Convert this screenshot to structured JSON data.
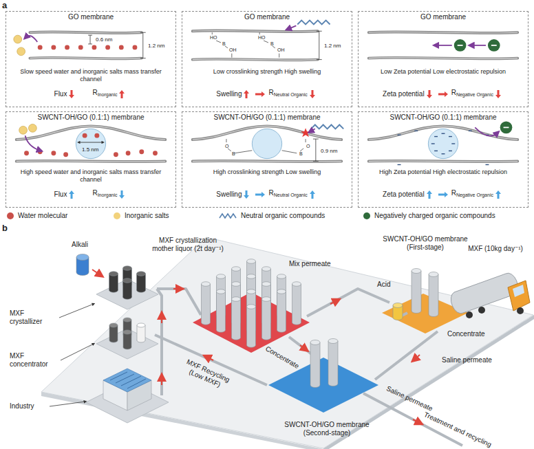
{
  "diagram": {
    "nodes": [
      {
        "text": [
          "GO membrane",
          "Slow speed water and inorganic salts mass transfer channel",
          "Flux",
          "R",
          "Inorganic"
        ]
      },
      {
        "text": [
          "GO membrane",
          "Low crosslinking strength High swelling",
          "Swelling",
          "R",
          "Neutral Organic"
        ]
      },
      {
        "text": [
          "GO membrane",
          "Low Zeta potential Low electrostatic repulsion",
          "Zeta potential",
          "R",
          "Negative Organic"
        ]
      },
      {
        "text": [
          "SWCNT-OH/GO (0.1:1) membrane",
          "High speed water and inorganic salts mass transfer channel",
          "Flux",
          "R",
          "Inorganic"
        ]
      },
      {
        "text": [
          "SWCNT-OH/GO (0.1:1) membrane",
          "High crosslinking strength Low swelling",
          "Swelling",
          "R",
          "Neutral Organic"
        ]
      },
      {
        "text": [
          "SWCNT-OH/GO (0.1:1) membrane",
          "High Zeta potential High electrostatic repulsion",
          "Zeta potential",
          "R",
          "Negative Organic"
        ]
      }
    ],
    "labels": [
      "a",
      "0.6 nm",
      "1.2 nm",
      "HO",
      "B",
      "OH",
      "HO",
      "B",
      "OH",
      "1.2 nm",
      "1.5 nm",
      "O",
      "B",
      "O",
      "B",
      "0.9 nm",
      "b",
      "Alkali",
      "MXF crystallization mother liquor (2t day⁻¹)",
      "Mix permeate",
      "SWCNT-OH/GO membrane (First-stage)",
      "Acid",
      "MXF (10kg day⁻¹)",
      "Concentrate",
      "Saline permeate",
      "MXF crystallizer",
      "MXF concentrator",
      "Industry",
      "MXF Recycling (Low MXF)",
      "Concentrate",
      "SWCNT-OH/GO membrane (Second-stage)",
      "Saline permeate",
      "Treatment and recycling"
    ],
    "legend": [
      {
        "text": "Water molecular",
        "color": "#c9504a"
      },
      {
        "text": "Inorganic salts",
        "color": "#f2d27c"
      },
      {
        "text": "Neutral organic compounds"
      },
      {
        "text": "Negatively charged organic compounds",
        "color": "#2f6b3b"
      }
    ]
  }
}
